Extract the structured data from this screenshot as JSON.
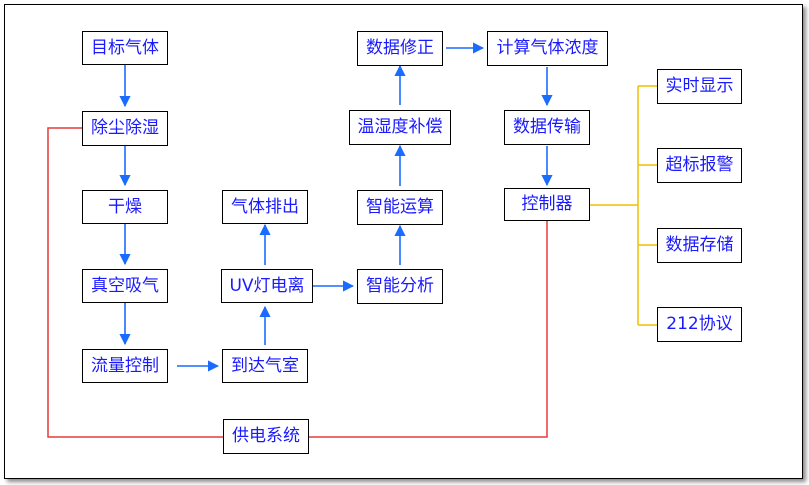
{
  "colors": {
    "box_text": "#1a1aff",
    "arrow": "#1a6cff",
    "power_line": "#e53b3b",
    "output_line": "#f0c000"
  },
  "nodes": {
    "target_gas": "目标气体",
    "dust_dehumidify": "除尘除湿",
    "dry": "干燥",
    "vacuum_suction": "真空吸气",
    "flow_control": "流量控制",
    "arrive_chamber": "到达气室",
    "uv_ionization": "UV灯电离",
    "gas_exhaust": "气体排出",
    "smart_analysis": "智能分析",
    "smart_compute": "智能运算",
    "temp_humidity_comp": "温湿度补偿",
    "data_correction": "数据修正",
    "calc_concentration": "计算气体浓度",
    "data_transmission": "数据传输",
    "controller": "控制器",
    "realtime_display": "实时显示",
    "over_limit_alarm": "超标报警",
    "data_storage": "数据存储",
    "protocol_212": "212协议",
    "power_system": "供电系统"
  }
}
